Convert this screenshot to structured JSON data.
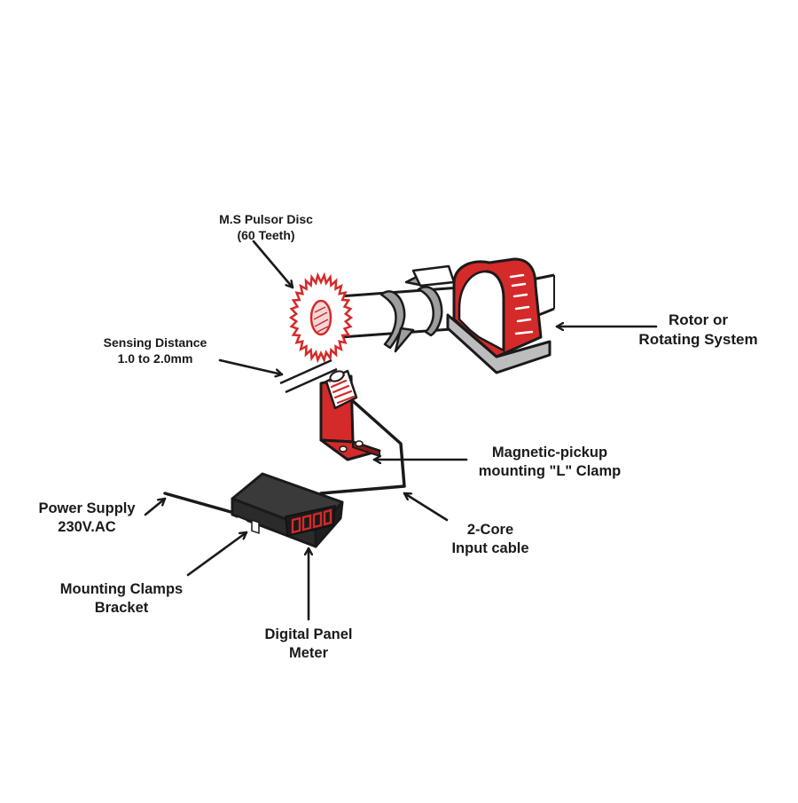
{
  "labels": {
    "pulsor_disc": {
      "line1": "M.S Pulsor Disc",
      "line2": "(60 Teeth)"
    },
    "sensing_distance": {
      "line1": "Sensing Distance",
      "line2": "1.0 to 2.0mm"
    },
    "rotor": {
      "line1": "Rotor or",
      "line2": "Rotating System"
    },
    "l_clamp": {
      "line1": "Magnetic-pickup",
      "line2": "mounting \"L\" Clamp"
    },
    "power_supply": {
      "line1": "Power Supply",
      "line2": "230V.AC"
    },
    "input_cable": {
      "line1": "2-Core",
      "line2": "Input cable"
    },
    "mounting_clamps": {
      "line1": "Mounting Clamps",
      "line2": "Bracket"
    },
    "panel_meter": {
      "line1": "Digital Panel",
      "line2": "Meter"
    }
  },
  "colors": {
    "accent_red": "#d42a2a",
    "outline": "#1a1a1a",
    "shaft_white": "#ffffff",
    "meter_body": "#2b2b2b",
    "arrow_gray": "#9e9e9e"
  }
}
